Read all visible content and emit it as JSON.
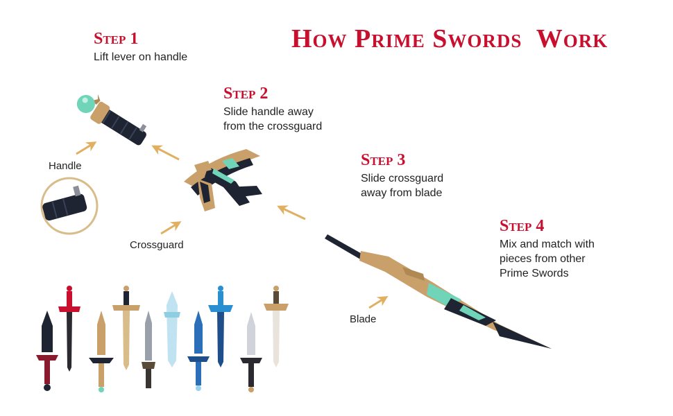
{
  "title": "How Prime Swords  Work",
  "steps": [
    {
      "heading": "Step 1",
      "text": "Lift lever on handle"
    },
    {
      "heading": "Step 2",
      "text": "Slide handle away\nfrom the crossguard"
    },
    {
      "heading": "Step 3",
      "text": "Slide crossguard\naway from blade"
    },
    {
      "heading": "Step 4",
      "text": "Mix and match with\npieces from other\nPrime Swords"
    }
  ],
  "labels": {
    "handle": "Handle",
    "crossguard": "Crossguard",
    "blade": "Blade"
  },
  "colors": {
    "accent_red": "#c8102e",
    "arrow_gold": "#e0b060",
    "gold": "#c9a06a",
    "teal": "#6fd4b8",
    "dark": "#1f2433"
  }
}
